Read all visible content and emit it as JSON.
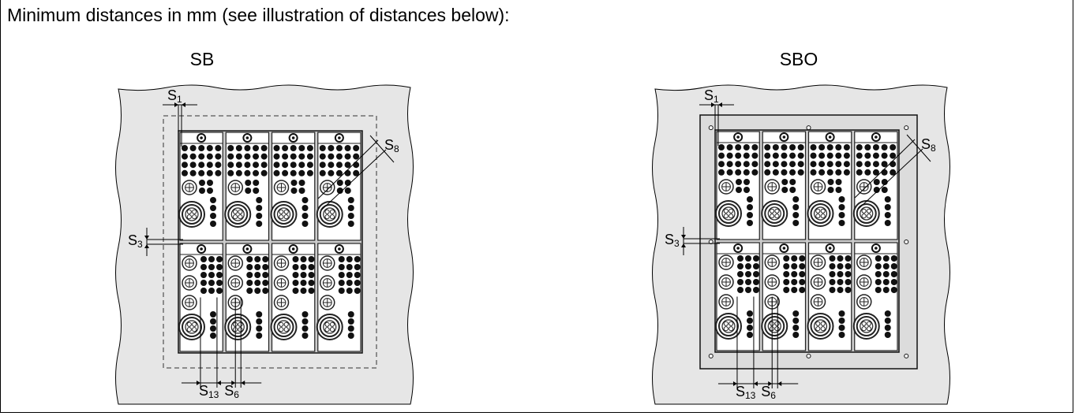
{
  "intro_text": "Minimum distances in mm (see illustration of distances below):",
  "diagrams": [
    {
      "label": "SB",
      "dimensions": [
        {
          "symbol": "S",
          "subscript": "1"
        },
        {
          "symbol": "S",
          "subscript": "8"
        },
        {
          "symbol": "S",
          "subscript": "3"
        },
        {
          "symbol": "S",
          "subscript": "13"
        },
        {
          "symbol": "S",
          "subscript": "6"
        }
      ]
    },
    {
      "label": "SBO",
      "dimensions": [
        {
          "symbol": "S",
          "subscript": "1"
        },
        {
          "symbol": "S",
          "subscript": "8"
        },
        {
          "symbol": "S",
          "subscript": "3"
        },
        {
          "symbol": "S",
          "subscript": "13"
        },
        {
          "symbol": "S",
          "subscript": "6"
        }
      ]
    }
  ],
  "colors": {
    "panel_fill": "#e6e6e6",
    "frame_fill": "#dcdcdc",
    "module_fill": "#ffffff",
    "dot_fill": "#111111",
    "line": "#000000"
  }
}
